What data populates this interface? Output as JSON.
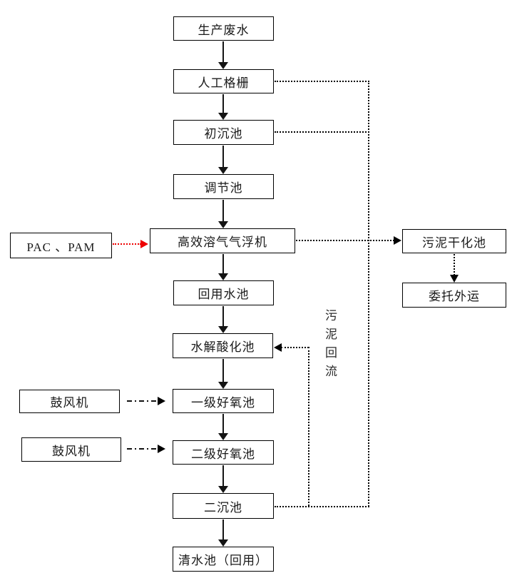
{
  "diagram_type": "wastewater-treatment-process-flowchart",
  "nodes": {
    "production_wastewater": "生产废水",
    "manual_screen": "人工格栅",
    "primary_sedimentation": "初沉池",
    "regulating_tank": "调节池",
    "daf_machine": "高效溶气气浮机",
    "reuse_water_tank": "回用水池",
    "hydrolysis_tank": "水解酸化池",
    "aerobic_tank_1": "一级好氧池",
    "aerobic_tank_2": "二级好氧池",
    "secondary_sedimentation": "二沉池",
    "clear_water_tank": "清水池（回用）",
    "pac_pam": "PAC 、PAM",
    "blower_1": "鼓风机",
    "blower_2": "鼓风机",
    "sludge_drying_tank": "污泥干化池",
    "external_transport": "委托外运"
  },
  "labels": {
    "sludge_return": "污泥回流"
  },
  "edges": [
    {
      "from": "生产废水",
      "to": "人工格栅",
      "style": "solid-arrow"
    },
    {
      "from": "人工格栅",
      "to": "初沉池",
      "style": "solid-arrow"
    },
    {
      "from": "初沉池",
      "to": "调节池",
      "style": "solid-arrow"
    },
    {
      "from": "调节池",
      "to": "高效溶气气浮机",
      "style": "solid-arrow"
    },
    {
      "from": "高效溶气气浮机",
      "to": "回用水池",
      "style": "solid-arrow"
    },
    {
      "from": "回用水池",
      "to": "水解酸化池",
      "style": "solid-arrow"
    },
    {
      "from": "水解酸化池",
      "to": "一级好氧池",
      "style": "solid-arrow"
    },
    {
      "from": "一级好氧池",
      "to": "二级好氧池",
      "style": "solid-arrow"
    },
    {
      "from": "二级好氧池",
      "to": "二沉池",
      "style": "solid-arrow"
    },
    {
      "from": "二沉池",
      "to": "清水池（回用）",
      "style": "solid-arrow"
    },
    {
      "from": "PAC 、PAM",
      "to": "高效溶气气浮机",
      "style": "red-dotted-arrow"
    },
    {
      "from": "鼓风机",
      "to": "一级好氧池",
      "style": "dash-dot-arrow"
    },
    {
      "from": "鼓风机",
      "to": "二级好氧池",
      "style": "dash-dot-arrow"
    },
    {
      "from": "人工格栅",
      "to": "污泥干化池",
      "style": "dotted"
    },
    {
      "from": "初沉池",
      "to": "污泥干化池",
      "style": "dotted"
    },
    {
      "from": "高效溶气气浮机",
      "to": "污泥干化池",
      "style": "dotted-arrow"
    },
    {
      "from": "二沉池",
      "to": "污泥干化池",
      "style": "dotted"
    },
    {
      "from": "二沉池",
      "to": "水解酸化池",
      "style": "dotted-arrow",
      "label": "污泥回流"
    },
    {
      "from": "污泥干化池",
      "to": "委托外运",
      "style": "dotted-arrow"
    }
  ],
  "colors": {
    "background": "#ffffff",
    "line": "#000000",
    "text": "#1a1a1a",
    "chemical_dosing_arrow": "#ee0000"
  }
}
